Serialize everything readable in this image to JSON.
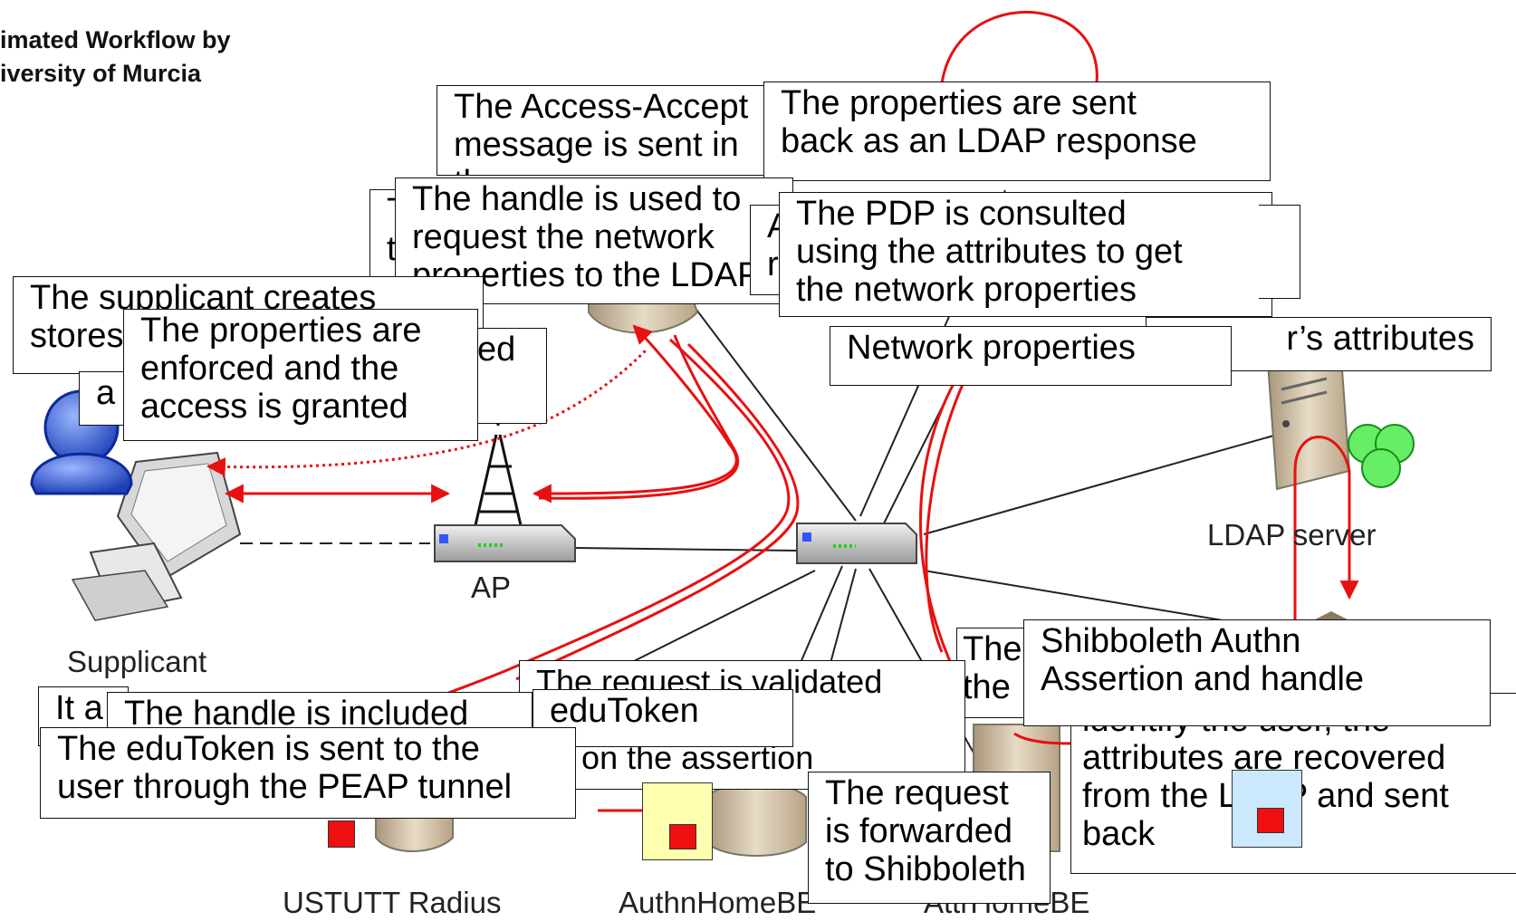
{
  "heading": "imated Workflow by\niversity of Murcia",
  "nodes": {
    "supplicant": "Supplicant",
    "ap": "AP",
    "ldap": "LDAP server",
    "radius": "USTUTT Radius",
    "authn": "AuthnHomeBE",
    "attr": "AttrHomeBE"
  },
  "boxes": {
    "access_accept": "The Access-Accept\nmessage is sent in\nthe response",
    "props_back": "The properties are sent\nback as an LDAP response",
    "partial_t": "T\nt",
    "handle_used": "The handle is used to\nrequest the network\nproperties to the LDAP",
    "partial_a": "A\nr",
    "pdp": "The PDP is consulted\nusing the attributes to get\nthe network properties",
    "supplicant_creates": "The supplicant creates\nstores",
    "partial_ed": "ed",
    "partial_a2": "a",
    "enforced": "The properties are\nenforced and the\naccess is granted",
    "network_properties": "Network properties",
    "users_attributes": "r’s attributes",
    "shibboleth_assertion": "Shibboleth Authn\nAssertion and handle",
    "partial_the": "The\nthe",
    "identify_user": "identify the user, the\nattributes are recovered\nfrom the LDAP and sent\nback",
    "request_validated": "The request is validated\nis built\ned on the assertion",
    "edutoken": "eduToken",
    "partial_ita": "It a",
    "handle_included": "The handle is included",
    "edutoken_sent": "The eduToken is sent to the\nuser through the PEAP tunnel",
    "forwarded": "The request\nis forwarded\nto Shibboleth"
  }
}
